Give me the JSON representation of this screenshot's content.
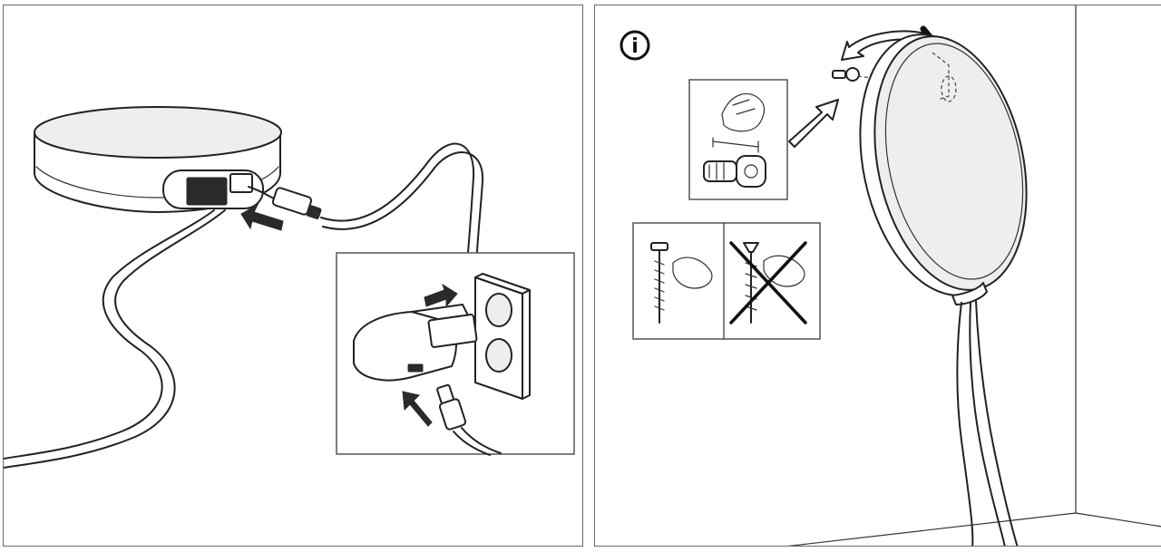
{
  "info_icon": {
    "glyph": "i"
  },
  "panels": [
    {
      "id": "step-connect",
      "illustration": "hub-cable-plugged-into-usb-power-adapter-and-wall-outlet"
    },
    {
      "id": "step-wall-mount",
      "illustration": "hub-hung-on-wall-screw-with-cables-hanging-down"
    }
  ],
  "colors": {
    "line": "#222222",
    "frame": "#6b6b6b",
    "background": "#ffffff"
  }
}
